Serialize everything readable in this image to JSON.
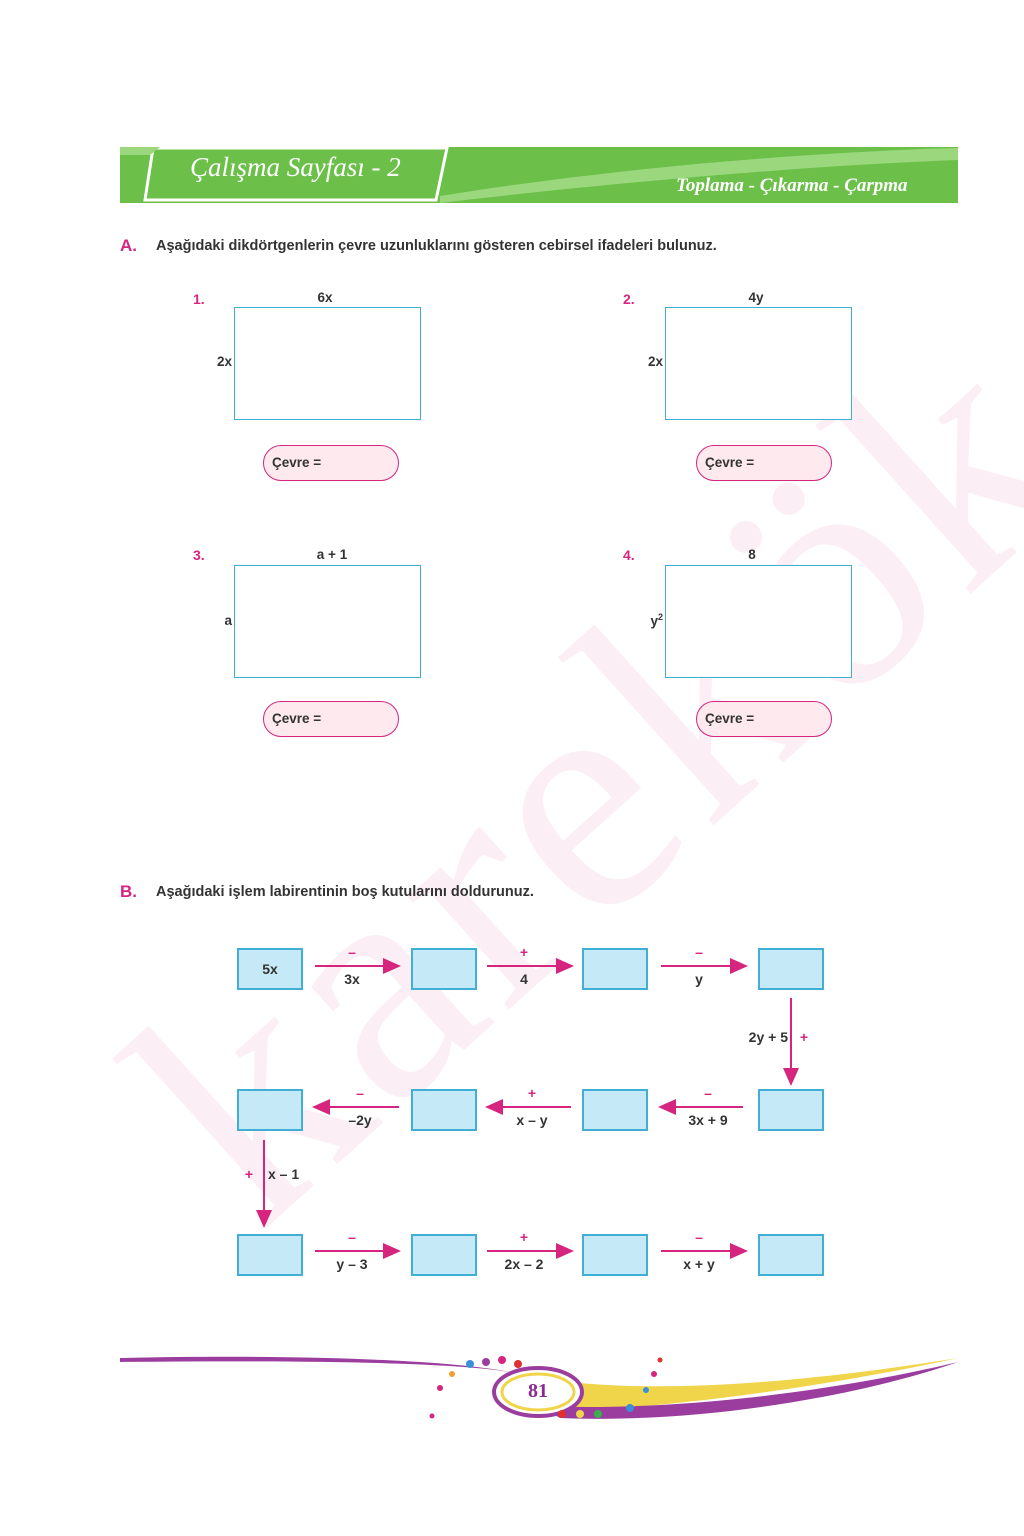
{
  "header": {
    "title": "Çalışma Sayfası - 2",
    "subtitle": "Toplama - Çıkarma - Çarpma"
  },
  "watermark": "karekök",
  "section_a": {
    "letter": "A.",
    "instruction": "Aşağıdaki dikdörtgenlerin çevre uzunluklarını gösteren cebirsel ifadeleri bulunuz.",
    "answer_label": "Çevre =",
    "items": [
      {
        "num": "1.",
        "top": "6x",
        "side": "2x"
      },
      {
        "num": "2.",
        "top": "4y",
        "side": "2x"
      },
      {
        "num": "3.",
        "top": "a + 1",
        "side": "a"
      },
      {
        "num": "4.",
        "top": "8",
        "side": "y",
        "side_sup": "2"
      }
    ]
  },
  "section_b": {
    "letter": "B.",
    "instruction": "Aşağıdaki işlem labirentinin boş kutularını doldurunuz.",
    "start_value": "5x",
    "row1_ops": [
      {
        "sign": "–",
        "value": "3x"
      },
      {
        "sign": "+",
        "value": "4"
      },
      {
        "sign": "–",
        "value": "y"
      }
    ],
    "down1": {
      "sign": "+",
      "value": "2y + 5"
    },
    "row2_ops": [
      {
        "sign": "–",
        "value": "3x + 9"
      },
      {
        "sign": "+",
        "value": "x – y"
      },
      {
        "sign": "–",
        "value": "–2y"
      }
    ],
    "down2": {
      "sign": "+",
      "value": "x – 1"
    },
    "row3_ops": [
      {
        "sign": "–",
        "value": "y – 3"
      },
      {
        "sign": "+",
        "value": "2x – 2"
      },
      {
        "sign": "–",
        "value": "x + y"
      }
    ]
  },
  "footer": {
    "page_number": "81"
  },
  "colors": {
    "header_green": "#6cc04a",
    "magenta": "#d6257f",
    "box_blue": "#41aed6",
    "box_fill": "#c6e9f8",
    "pill_fill": "#fde9ee"
  }
}
